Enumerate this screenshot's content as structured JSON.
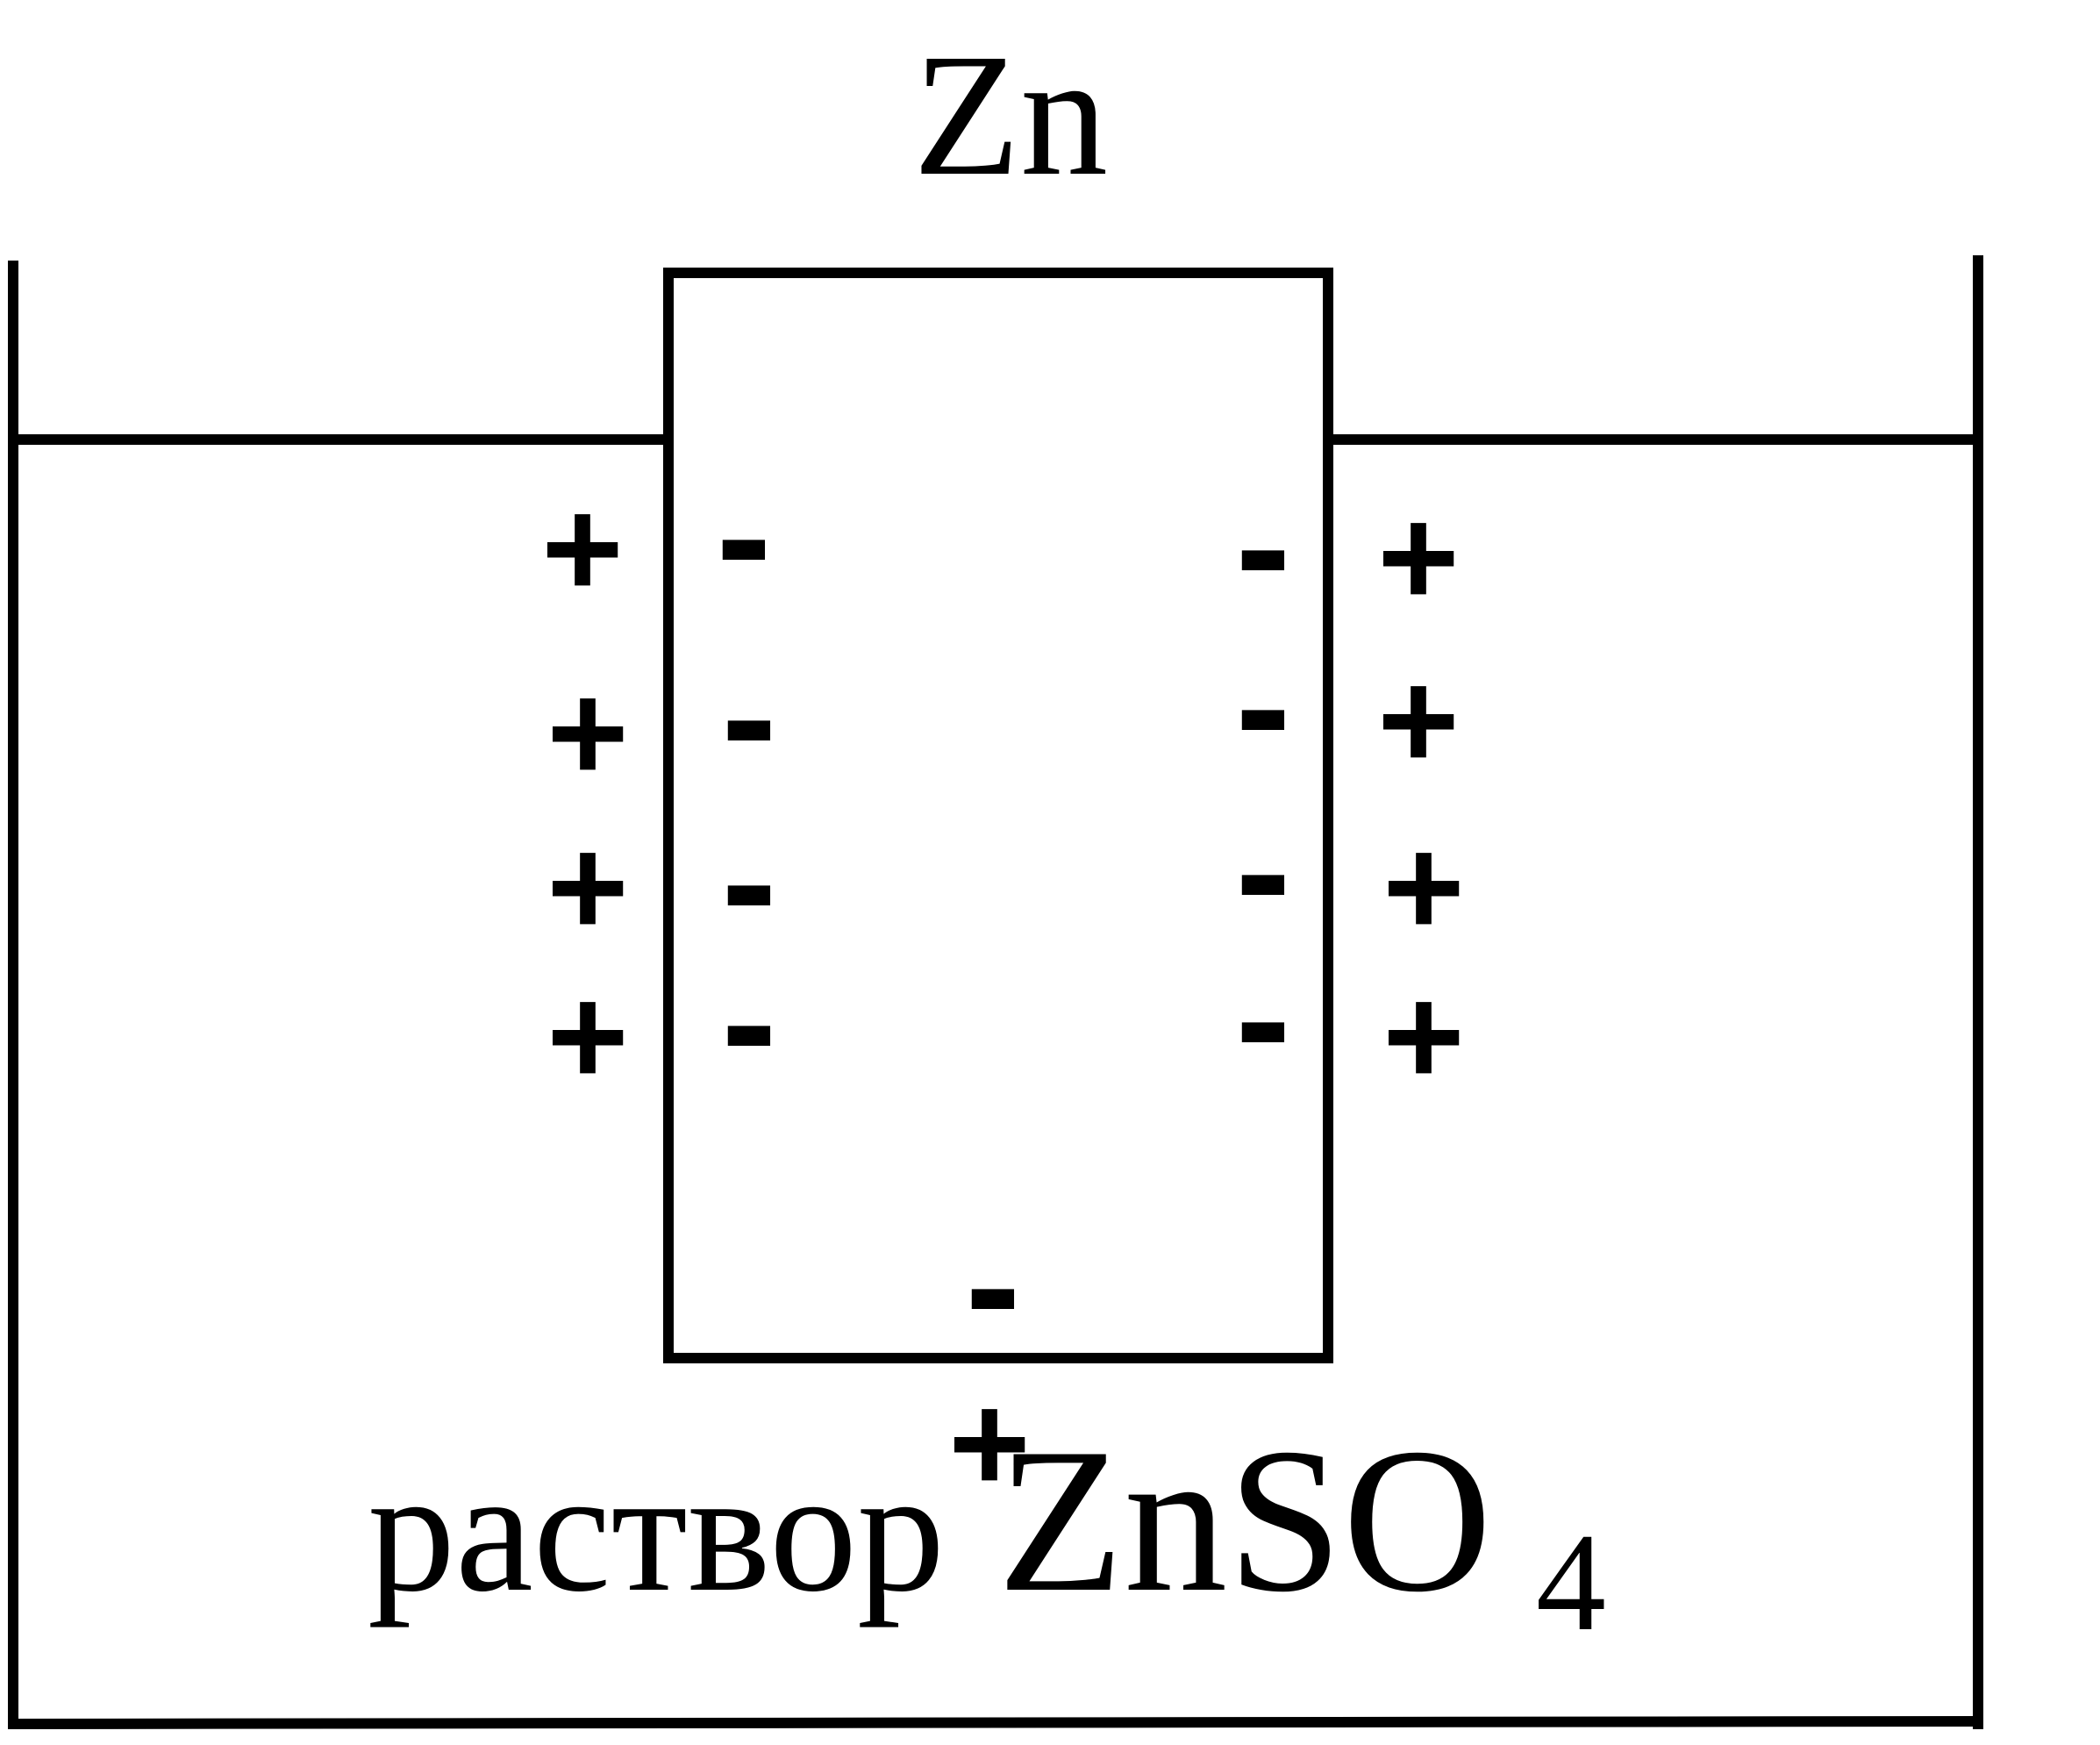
{
  "diagram": {
    "electrode_label": "Zn",
    "solution_label": {
      "word": "раствор",
      "formula_main": "ZnSO",
      "formula_subscript": "4"
    },
    "signs": {
      "plus": "+",
      "minus": "-"
    },
    "stroke_color": "#000000",
    "background_color": "#ffffff"
  }
}
